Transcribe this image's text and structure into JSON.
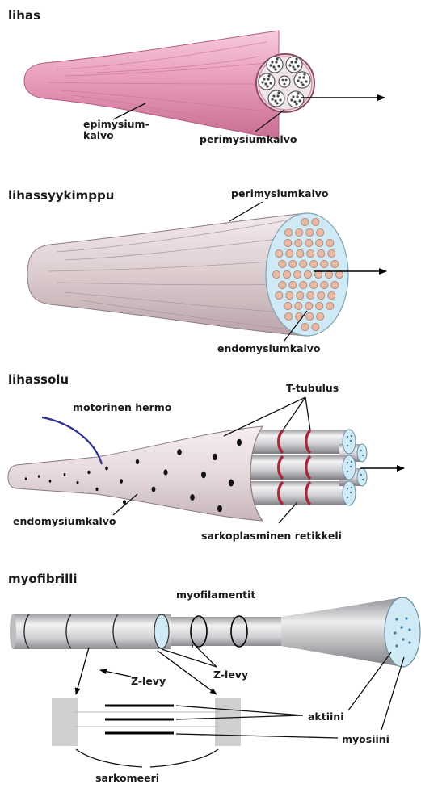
{
  "sections": {
    "muscle": {
      "title": "lihas",
      "labels": {
        "epimysium_line1": "epimysium-",
        "epimysium_line2": "kalvo",
        "perimysium": "perimysiumkalvo"
      }
    },
    "fascicle": {
      "title": "lihassyykimppu",
      "labels": {
        "perimysium": "perimysiumkalvo",
        "endomysium": "endomysiumkalvo"
      }
    },
    "cell": {
      "title": "lihassolu",
      "labels": {
        "motor_nerve": "motorinen hermo",
        "t_tubule": "T-tubulus",
        "endomysium": "endomysiumkalvo",
        "sarcoplasmic_reticulum": "sarkoplasminen retikkeli"
      }
    },
    "myofibril": {
      "title": "myofibrilli",
      "labels": {
        "myofilaments": "myofilamentit",
        "z_disc_left": "Z-levy",
        "z_disc_right": "Z-levy",
        "actin": "aktiini",
        "myosin": "myosiini",
        "sarcomere": "sarkomeeri"
      }
    }
  },
  "colors": {
    "muscle": "#e89ab8",
    "fascicle": "#ddd0d3",
    "cell": "#e8dde0",
    "fibril": "#cfcfd2",
    "nerve": "#2b2f8f",
    "reticulum": "#a62a3c",
    "fluid": "#cfe9f5",
    "fiber_dot": "#e8b9a5"
  }
}
